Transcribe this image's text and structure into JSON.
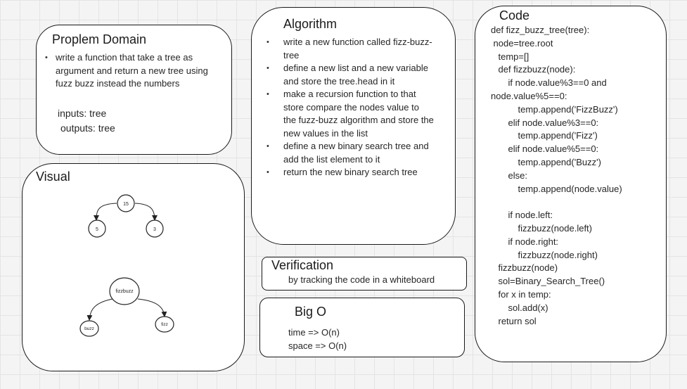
{
  "problem_domain": {
    "title": "Proplem Domain",
    "bullets": [
      "write a function that take a tree as argument and return a new tree using fuzz buzz instead the numbers"
    ],
    "inputs": "inputs: tree",
    "outputs": "outputs: tree"
  },
  "visual": {
    "title": "Visual",
    "tree1": {
      "root": "15",
      "left": "5",
      "right": "3"
    },
    "tree2": {
      "root": "fizzbuzz",
      "left": "buzz",
      "right": "fizz"
    }
  },
  "algorithm": {
    "title": "Algorithm",
    "bullets": [
      "write a new function called fizz-buzz-tree",
      "define a new list and a new variable and store the tree.head in it",
      "make a recursion function to that store compare the nodes value to the fuzz-buzz algorithm and store the new values in the list",
      "define a new binary search tree and add the list element to it",
      "return the new binary search tree"
    ]
  },
  "verification": {
    "title": "Verification",
    "text": "by tracking the  code in a whiteboard"
  },
  "big_o": {
    "title": "Big O",
    "time": "time =>  O(n)",
    "space": "space => O(n)"
  },
  "code": {
    "title": "Code",
    "lines": [
      "def fizz_buzz_tree(tree):",
      " node=tree.root",
      "   temp=[]",
      "   def fizzbuzz(node):",
      "       if node.value%3==0 and",
      "node.value%5==0:",
      "           temp.append('FizzBuzz')",
      "       elif node.value%3==0:",
      "           temp.append('Fizz')",
      "       elif node.value%5==0:",
      "           temp.append('Buzz')",
      "       else:",
      "           temp.append(node.value)",
      "",
      "       if node.left:",
      "           fizzbuzz(node.left)",
      "       if node.right:",
      "           fizzbuzz(node.right)",
      "   fizzbuzz(node)",
      "   sol=Binary_Search_Tree()",
      "   for x in temp:",
      "       sol.add(x)",
      "   return sol"
    ]
  }
}
